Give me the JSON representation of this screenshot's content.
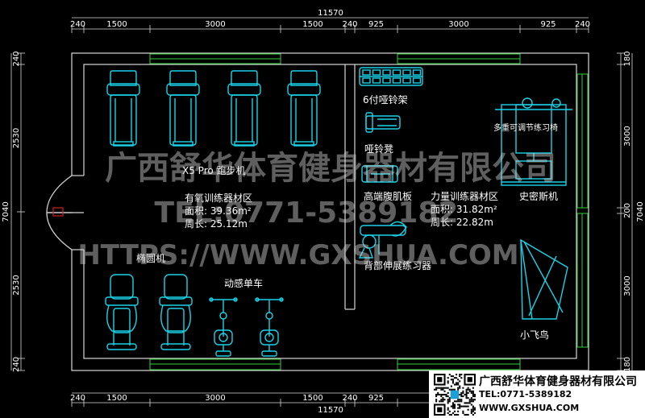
{
  "dimensions": {
    "total": "11570",
    "top": [
      "240",
      "1500",
      "3000",
      "1500",
      "240",
      "925",
      "3000",
      "925",
      "240"
    ],
    "bottom": [
      "240",
      "1500",
      "3000",
      "1500",
      "240",
      "925",
      "3000",
      "925",
      "240"
    ],
    "left_total": "7040",
    "left": [
      "240",
      "2530",
      "2530",
      "240"
    ],
    "right_total": "7040",
    "right": [
      "180",
      "3000",
      "200",
      "3000",
      "180"
    ]
  },
  "labels": {
    "treadmill": "X5 Pro 跑步机",
    "cardio_area": "有氧训练器材区",
    "cardio_area_size": "面积: 39.36m²",
    "cardio_perimeter": "周长: 25.12m",
    "elliptical": "椭圆机",
    "bike": "动感单车",
    "dumbbell_rack": "6付哑铃架",
    "dumbbell_bench": "哑铃凳",
    "ab_board": "高端腹肌板",
    "strength_area": "力量训练器材区",
    "strength_area_size": "面积: 31.82m²",
    "strength_perimeter": "周长: 22.82m",
    "back_extension": "背部伸展练习器",
    "multi_gym": "多重可调节练习椅",
    "smith": "史密斯机",
    "fly": "小飞鸟"
  },
  "watermark": {
    "company": "广西舒华体育健身器材有限公司",
    "tel": "TEL:0771-5389182",
    "web": "HTTPS://WWW.GXSHUA.COM"
  },
  "stamp": {
    "company": "广西舒华体育健身器材有限公司",
    "tel": "TEL:0771-5389182",
    "web": "WWW.GXSHUA.COM"
  },
  "colors": {
    "equipment": "#19d3e8",
    "window": "#2fd23a",
    "door_mark": "#d02020",
    "line": "#d8d8d8"
  }
}
